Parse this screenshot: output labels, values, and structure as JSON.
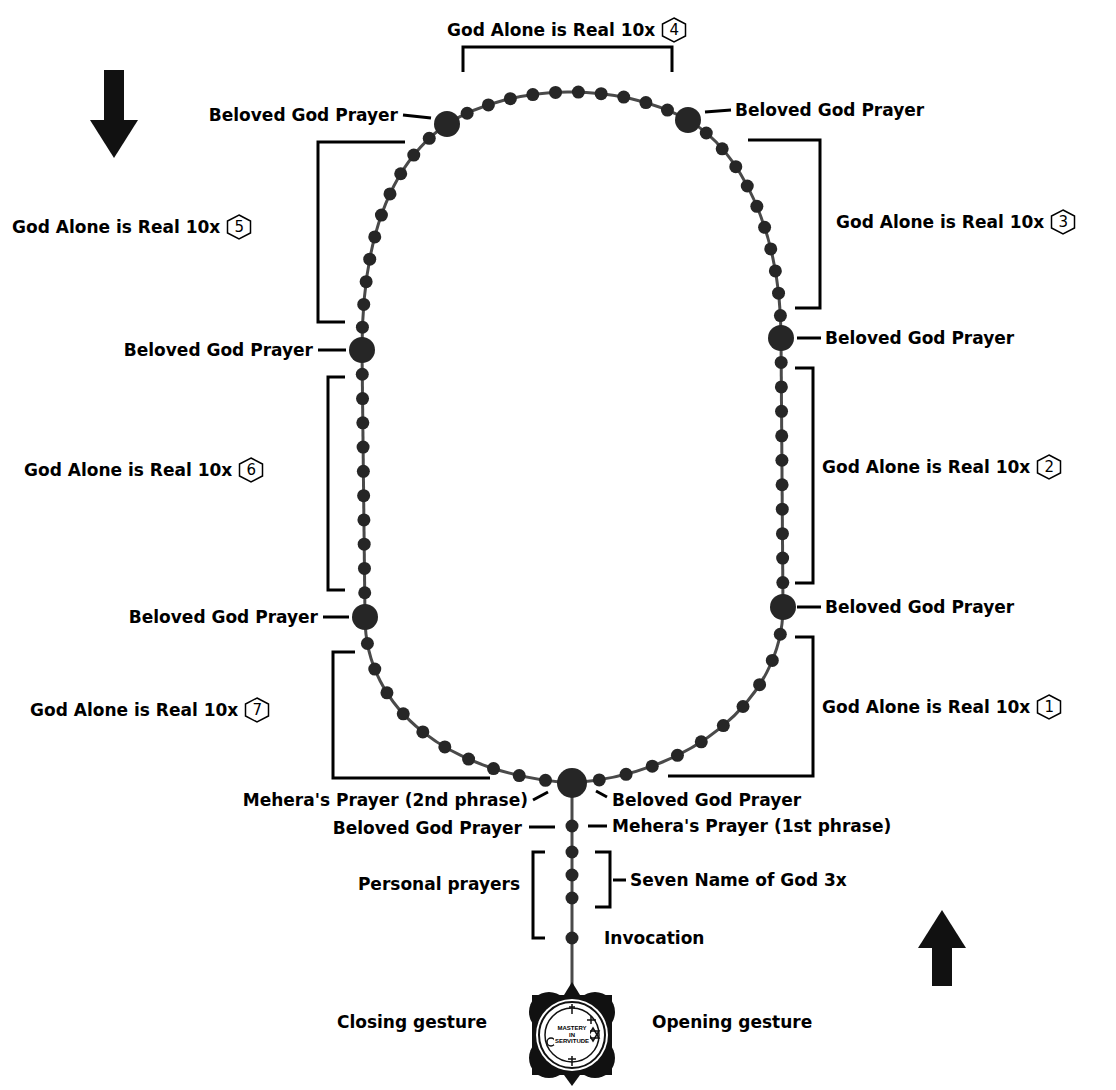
{
  "diagram": {
    "nodes": [
      {
        "text": [
          "4"
        ]
      },
      {
        "text": [
          "5"
        ]
      },
      {
        "text": [
          "3"
        ]
      },
      {
        "text": [
          "6"
        ]
      },
      {
        "text": [
          "2"
        ]
      },
      {
        "text": [
          "7"
        ]
      },
      {
        "text": [
          "1"
        ]
      }
    ],
    "labels": [
      "God Alone is Real 10x",
      "Beloved God Prayer",
      "Beloved God Prayer",
      "God Alone is Real 10x",
      "God Alone is Real 10x",
      "Beloved God Prayer",
      "Beloved God Prayer",
      "God Alone is Real 10x",
      "God Alone is Real 10x",
      "Beloved God Prayer",
      "Beloved God Prayer",
      "God Alone is Real 10x",
      "God Alone is Real 10x",
      "Mehera's Prayer (2nd phrase)",
      "Beloved God Prayer",
      "Beloved God Prayer",
      "Mehera's Prayer (1st phrase)",
      "Personal prayers",
      "Seven Name of God 3x",
      "Invocation",
      "MASTERY IN SERVITUDE",
      "Closing gesture",
      "Opening gesture"
    ]
  }
}
